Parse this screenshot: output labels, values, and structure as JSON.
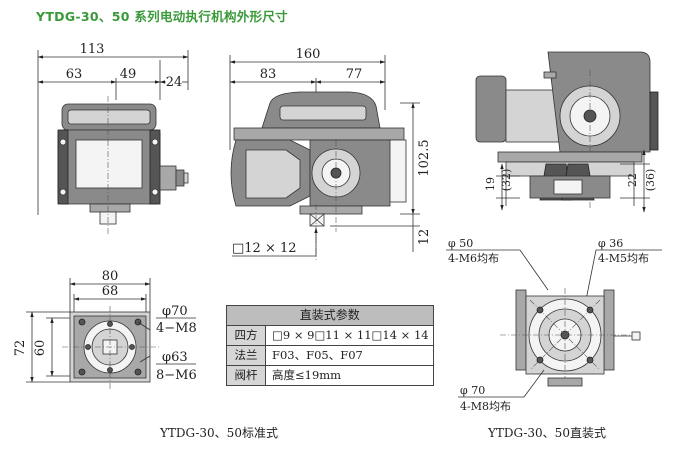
{
  "title": "YTDG-30、50 系列电动执行机构外形尺寸",
  "dims": {
    "front_width": "113",
    "front_left": "63",
    "front_right": "49",
    "front_depth": "24",
    "side_width": "160",
    "side_left": "83",
    "side_right": "77",
    "side_height": "102.5",
    "side_bottom": "12",
    "square_drive": "□12 × 12",
    "dir_left_top": "19",
    "dir_left_paren": "(32)",
    "dir_right_top": "22",
    "dir_right_paren": "(36)",
    "bottom_width": "80",
    "bottom_inner": "68",
    "bottom_height": "72",
    "bottom_inner_h": "60",
    "phi70": "φ70",
    "m8": "4−M8",
    "phi63": "φ63",
    "m6": "8−M6",
    "dm_phi50": "φ 50",
    "dm_m6": "4-M6均布",
    "dm_phi36": "φ 36",
    "dm_m5": "4-M5均布",
    "dm_phi70": "φ 70",
    "dm_m8": "4-M8均布"
  },
  "spec_table": {
    "header": "直装式参数",
    "rows": [
      {
        "label": "四方",
        "value": "□9 × 9□11 × 11□14 × 14"
      },
      {
        "label": "法兰",
        "value": "F03、F05、F07"
      },
      {
        "label": "阀杆",
        "value": "高度≤19mm"
      }
    ]
  },
  "captions": {
    "standard": "YTDG-30、50标准式",
    "direct": "YTDG-30、50直装式"
  },
  "colors": {
    "title": "#3a9a3a",
    "table_header": "#bdbdbd",
    "body_gray": "#8a8a8a"
  }
}
